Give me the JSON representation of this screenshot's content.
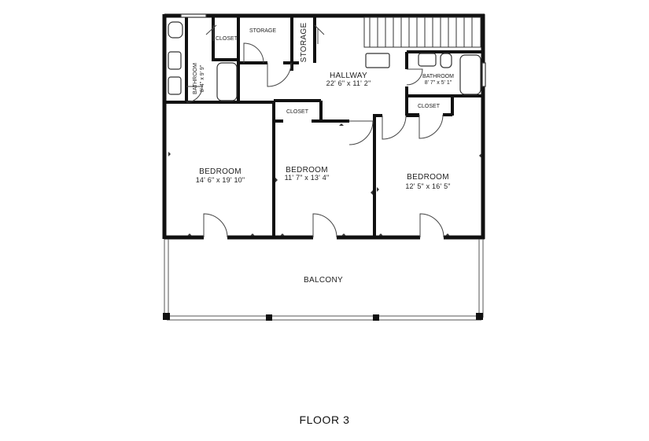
{
  "floor_label": "FLOOR 3",
  "rooms": {
    "bathroom_left": {
      "name": "BATHROOM",
      "dims": "8' 4\" x 9' 9\""
    },
    "closet_top_left": {
      "name": "CLOSET"
    },
    "storage_top": {
      "name": "STORAGE"
    },
    "storage_vertical": {
      "name": "STORAGE"
    },
    "hallway": {
      "name": "HALLWAY",
      "dims": "22' 6\" x 11' 2\""
    },
    "bathroom_right": {
      "name": "BATHROOM",
      "dims": "8' 7\" x 5' 1\""
    },
    "closet_mid": {
      "name": "CLOSET"
    },
    "closet_right": {
      "name": "CLOSET"
    },
    "bedroom_left": {
      "name": "BEDROOM",
      "dims": "14' 6\" x 19' 10\""
    },
    "bedroom_mid": {
      "name": "BEDROOM",
      "dims": "11' 7\" x 13' 4\""
    },
    "bedroom_right": {
      "name": "BEDROOM",
      "dims": "12' 5\" x 16' 5\""
    },
    "balcony": {
      "name": "BALCONY"
    }
  },
  "colors": {
    "wall": "#111111",
    "fixture": "#333333",
    "background": "#ffffff"
  }
}
